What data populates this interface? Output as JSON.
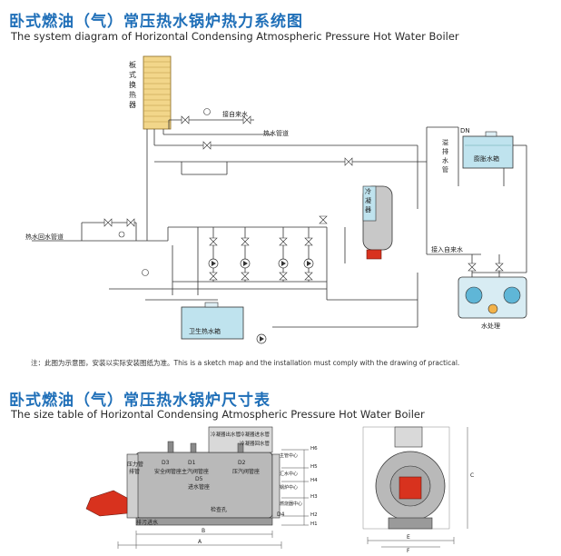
{
  "section1": {
    "title_cn": "卧式燃油（气）常压热水锅炉热力系统图",
    "title_en": "The system diagram of Horizontal Condensing Atmospheric Pressure Hot Water Boiler"
  },
  "diagram1": {
    "plate_hx": "板式换热器",
    "tap_water_1": "接自来水",
    "hot_water_pipe": "热水管道",
    "return_pipe": "热水回水管道",
    "overflow_pipe": "溢排水管",
    "dn": "DN",
    "expansion_tank": "膨胀水箱",
    "condenser": "冷凝器",
    "tap_water_2": "接入自来水",
    "water_treatment": "水处理",
    "sanitary_tank": "卫生热水箱"
  },
  "note": "注：此图为示意图，安装以实际安装图纸为准。This is a sketch map and the installation must comply with the drawing of practical.",
  "section2": {
    "title_cn": "卧式燃油（气）常压热水锅炉尺寸表",
    "title_en": "The size table of Horizontal Condensing Atmospheric Pressure Hot Water Boiler"
  },
  "diagram2": {
    "top_labels": [
      "冷凝器出水管",
      "冷凝器进水管",
      "冷凝器回水管"
    ],
    "vent_pipe": "压力管",
    "drain": "排管",
    "d3_safety": "D3",
    "d3_label": "安全阀管座",
    "d1": "D1",
    "d1_label": "主汽阀管座",
    "d2": "D2",
    "d2_label": "压汽阀管座",
    "d5": "D5",
    "d5_label": "进水管座",
    "inspection": "检查孔",
    "sewage": "排污进水",
    "d4": "D4",
    "dims_right": [
      "H6",
      "H5",
      "H4",
      "H3",
      "H2",
      "H1"
    ],
    "dims_right_labels": [
      "主管中心",
      "汇水中心",
      "锅炉中心",
      "燃烧器中心",
      "",
      ""
    ],
    "bottom_b": "B",
    "bottom_a": "A",
    "side_c": "C",
    "side_e": "E",
    "side_f": "F"
  },
  "colors": {
    "title_blue": "#1f6fb8",
    "burner_red": "#d8321e",
    "tank_fill": "#bfe3ee",
    "boiler_body": "#b9b9b9"
  }
}
